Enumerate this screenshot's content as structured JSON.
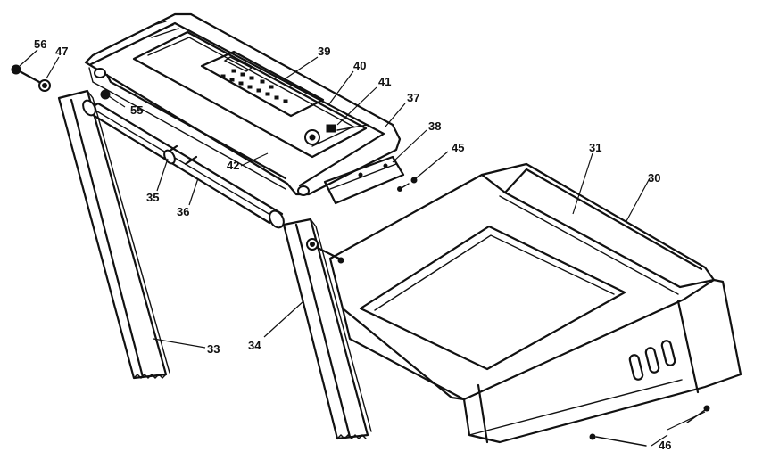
{
  "parts": [
    {
      "id": "p56",
      "label": "56"
    },
    {
      "id": "p47",
      "label": "47"
    },
    {
      "id": "p55",
      "label": "55"
    },
    {
      "id": "p39",
      "label": "39"
    },
    {
      "id": "p40",
      "label": "40"
    },
    {
      "id": "p41",
      "label": "41"
    },
    {
      "id": "p37",
      "label": "37"
    },
    {
      "id": "p38",
      "label": "38"
    },
    {
      "id": "p45",
      "label": "45"
    },
    {
      "id": "p42",
      "label": "42"
    },
    {
      "id": "p35",
      "label": "35"
    },
    {
      "id": "p36",
      "label": "36"
    },
    {
      "id": "p31",
      "label": "31"
    },
    {
      "id": "p30",
      "label": "30"
    },
    {
      "id": "p33",
      "label": "33"
    },
    {
      "id": "p34",
      "label": "34"
    },
    {
      "id": "p46",
      "label": "46"
    }
  ]
}
